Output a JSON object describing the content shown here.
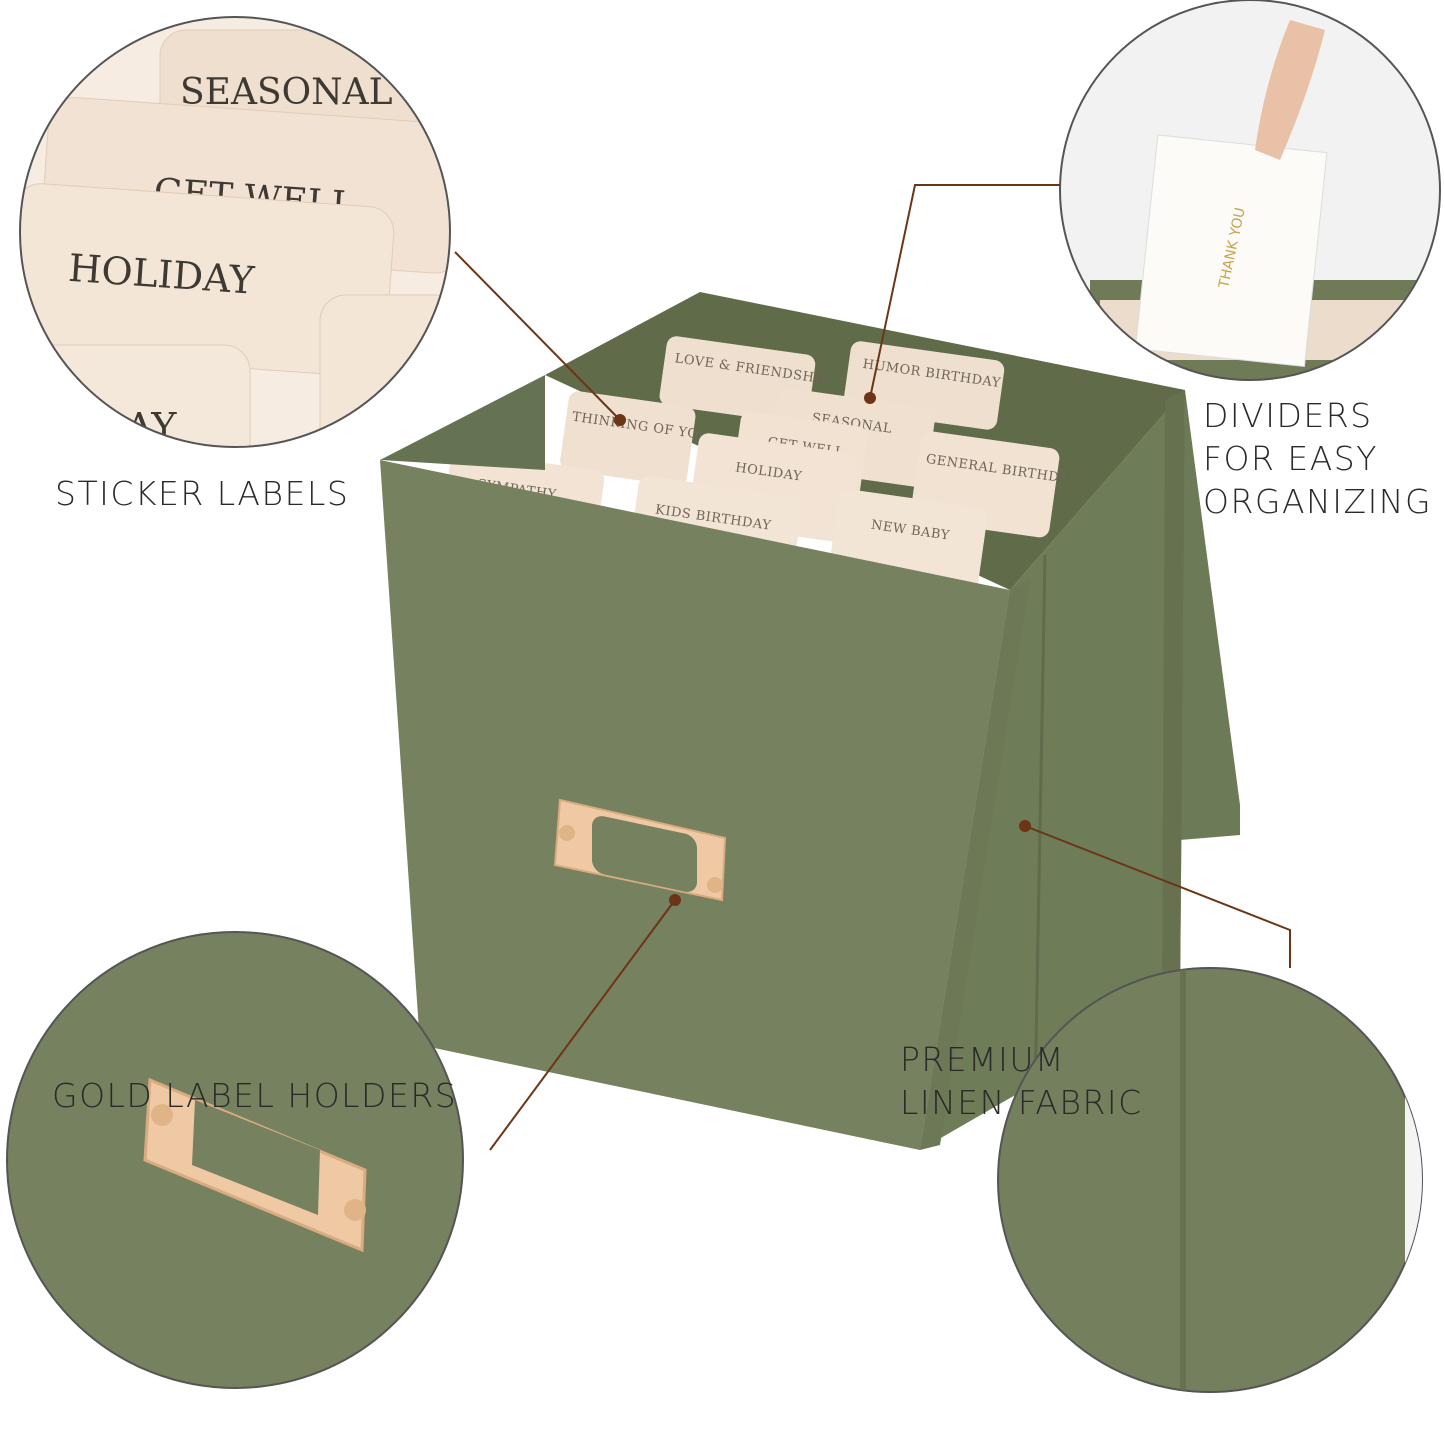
{
  "callouts": {
    "sticker_labels": "STICKER LABELS",
    "dividers": [
      "DIVIDERS",
      "FOR EASY",
      "ORGANIZING"
    ],
    "gold_label_holders": "GOLD LABEL HOLDERS",
    "linen_fabric": [
      "PREMIUM",
      "LINEN FABRIC"
    ]
  },
  "dividers": [
    "LOVE & FRIENDSHIP",
    "HUMOR BIRTHDAY",
    "THINKING OF YOU",
    "SEASONAL",
    "GET WELL",
    "GENERAL BIRTHDAY",
    "SYMPATHY",
    "HOLIDAY",
    "KIDS BIRTHDAY",
    "NEW BABY"
  ],
  "zoom_dividers": [
    "SEASONAL",
    "GET WELL",
    "HOLIDAY",
    "DAY"
  ],
  "card_text": "THANK YOU",
  "colors": {
    "fabric": "#76825f",
    "divider": "#efdfcf",
    "leader": "#6b3516",
    "brass": "#efc9a4"
  }
}
